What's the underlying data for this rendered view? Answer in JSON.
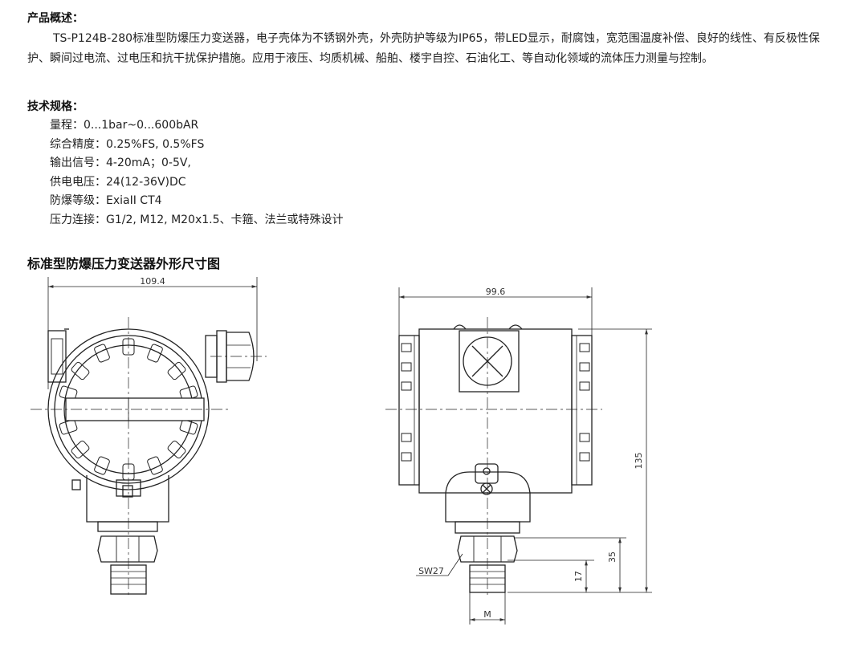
{
  "overview": {
    "heading": "产品概述：",
    "text": "TS-P124B-280标准型防爆压力变送器，电子壳体为不锈钢外壳，外壳防护等级为IP65，带LED显示，耐腐蚀，宽范围温度补偿、良好的线性、有反极性保护、瞬间过电流、过电压和抗干扰保护措施。应用于液压、均质机械、船舶、楼宇自控、石油化工、等自动化领域的流体压力测量与控制。"
  },
  "specs": {
    "heading": "技术规格：",
    "items": [
      {
        "label": "量程：",
        "value": "0...1bar~0...600bAR"
      },
      {
        "label": "综合精度：",
        "value": "0.25%FS, 0.5%FS"
      },
      {
        "label": "输出信号：",
        "value": "4-20mA；0-5V,"
      },
      {
        "label": "供电电压：",
        "value": "24(12-36V)DC"
      },
      {
        "label": "防爆等级：",
        "value": "ExiaII CT4"
      },
      {
        "label": "压力连接：",
        "value": "G1/2, M12, M20x1.5、卡箍、法兰或特殊设计"
      }
    ]
  },
  "drawing": {
    "title": "标准型防爆压力变送器外形尺寸图",
    "dims": {
      "left_width": "109.4",
      "right_width": "99.6",
      "height_total": "135",
      "height_lower": "35",
      "thread_length": "17",
      "wrench": "SW27",
      "thread": "M"
    }
  }
}
